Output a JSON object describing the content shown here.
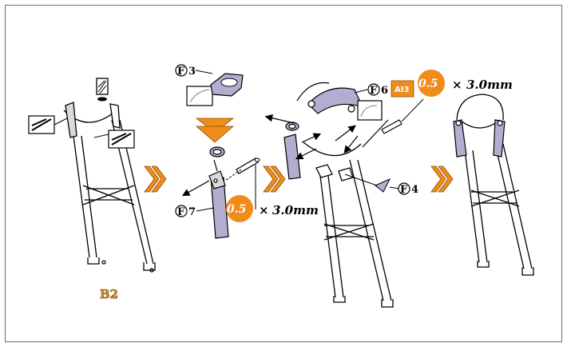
{
  "step_label": "B2",
  "parts": {
    "f3": {
      "letter": "F",
      "number": "3"
    },
    "f6": {
      "letter": "F",
      "number": "6"
    },
    "f7": {
      "letter": "F",
      "number": "7"
    },
    "f4": {
      "letter": "F",
      "number": "4"
    }
  },
  "ai_badge": "AI3",
  "pin_spec_1": {
    "diameter": "0.5",
    "times": "×",
    "length": "3.0mm"
  },
  "pin_spec_2": {
    "diameter": "0.5",
    "times": "×",
    "length": "3.0mm"
  },
  "colors": {
    "accent": "#f08c1a",
    "part_fill": "#b3aed0",
    "outline": "#000000"
  }
}
